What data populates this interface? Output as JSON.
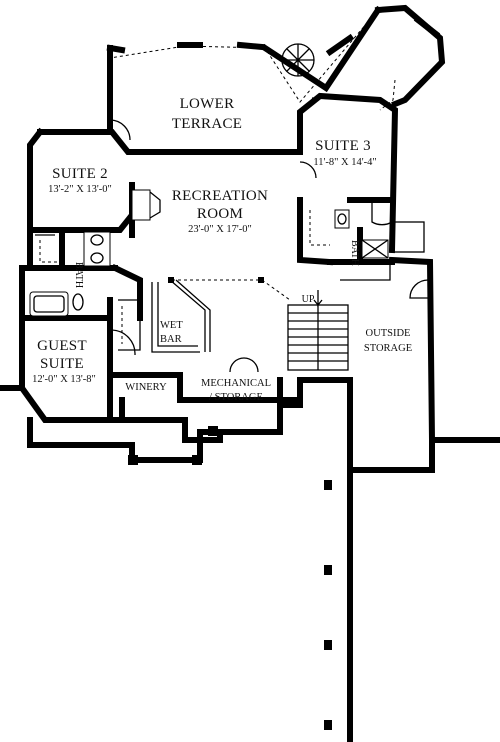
{
  "rooms": {
    "lower_terrace": {
      "line1": "LOWER",
      "line2": "TERRACE"
    },
    "suite2": {
      "name": "SUITE 2",
      "dims": "13'-2\" X 13'-0\""
    },
    "suite3": {
      "name": "SUITE 3",
      "dims": "11'-8\" X 14'-4\""
    },
    "recreation": {
      "line1": "RECREATION",
      "line2": "ROOM",
      "dims": "23'-0\" X 17'-0\""
    },
    "bath_left": {
      "name": "BATH"
    },
    "bath_right": {
      "name": "BATH"
    },
    "wet_bar": {
      "line1": "WET",
      "line2": "BAR"
    },
    "guest_suite": {
      "line1": "GUEST",
      "line2": "SUITE",
      "dims": "12'-0\" X 13'-8\""
    },
    "winery": {
      "name": "WINERY"
    },
    "mechanical": {
      "line1": "MECHANICAL",
      "line2": "/ STORAGE"
    },
    "outside_storage": {
      "line1": "OUTSIDE",
      "line2": "STORAGE"
    },
    "stair": {
      "label": "UP"
    }
  }
}
